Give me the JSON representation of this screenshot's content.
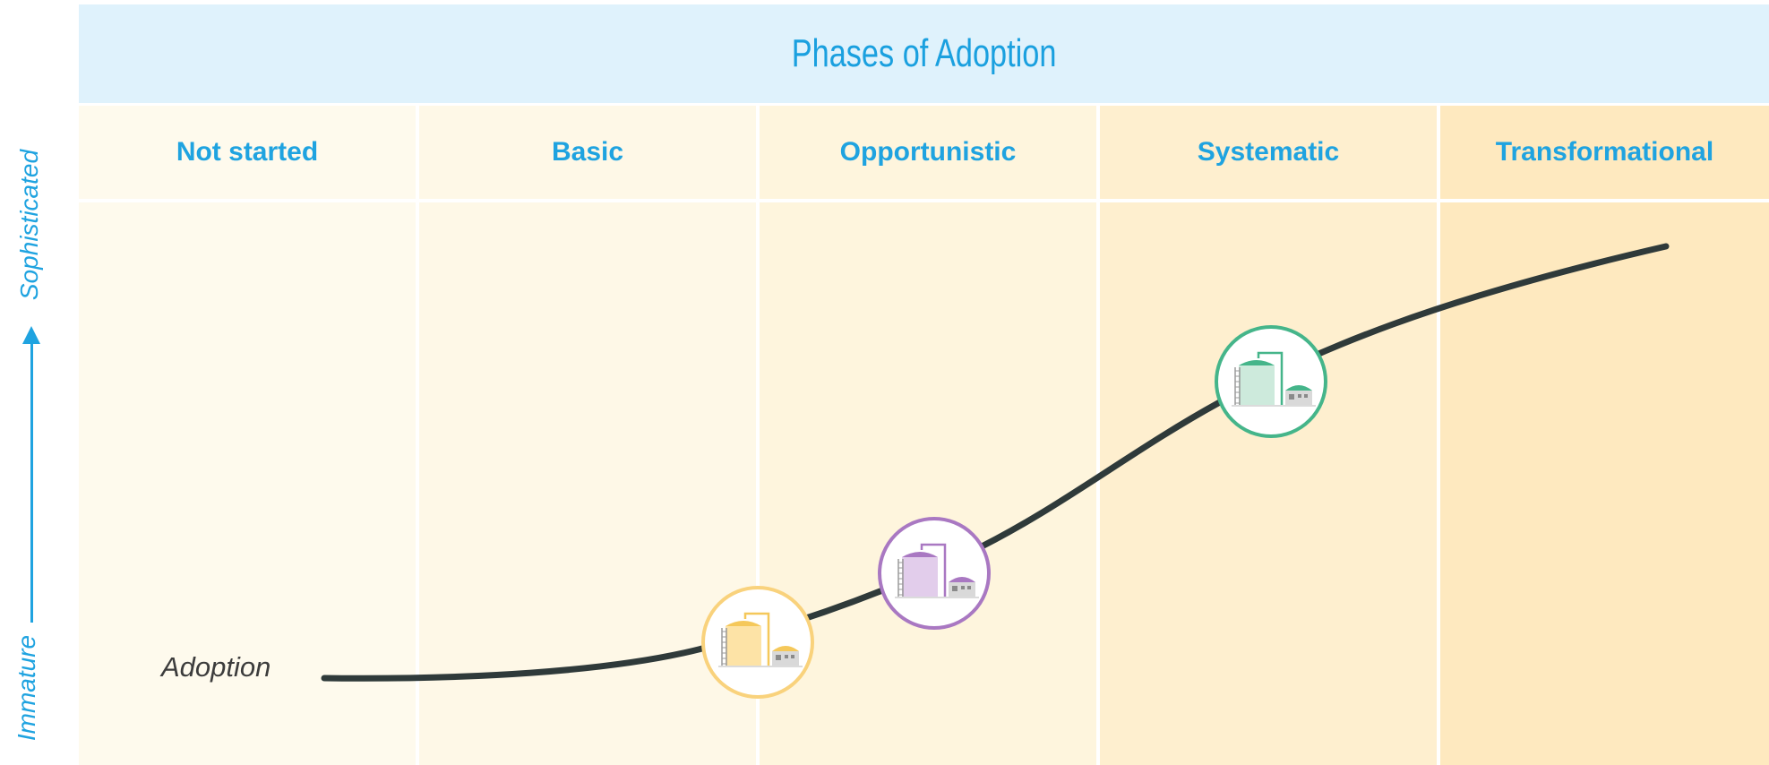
{
  "header": {
    "title": "Phases of Adoption"
  },
  "phases": [
    {
      "label": "Not started",
      "fill": "#fefaed"
    },
    {
      "label": "Basic",
      "fill": "#fef8e7"
    },
    {
      "label": "Opportunistic",
      "fill": "#fef5dd"
    },
    {
      "label": "Systematic",
      "fill": "#feefcf"
    },
    {
      "label": "Transformational",
      "fill": "#fee9bf"
    }
  ],
  "axis": {
    "low_label": "Immature",
    "high_label": "Sophisticated"
  },
  "curve": {
    "label": "Adoption",
    "color": "#2f3a3a"
  },
  "markers": [
    {
      "name": "basic-facility-icon",
      "ring_color": "#f9d27c",
      "tank_color": "#fde3a6",
      "accent_color": "#f5c85a"
    },
    {
      "name": "opportunistic-facility-icon",
      "ring_color": "#a978c2",
      "tank_color": "#e2cdeb",
      "accent_color": "#a978c2"
    },
    {
      "name": "systematic-facility-icon",
      "ring_color": "#45b58a",
      "tank_color": "#cdeadc",
      "accent_color": "#45b58a"
    }
  ],
  "colors": {
    "accent": "#1fa3e0",
    "header_band": "#dff2fc"
  }
}
